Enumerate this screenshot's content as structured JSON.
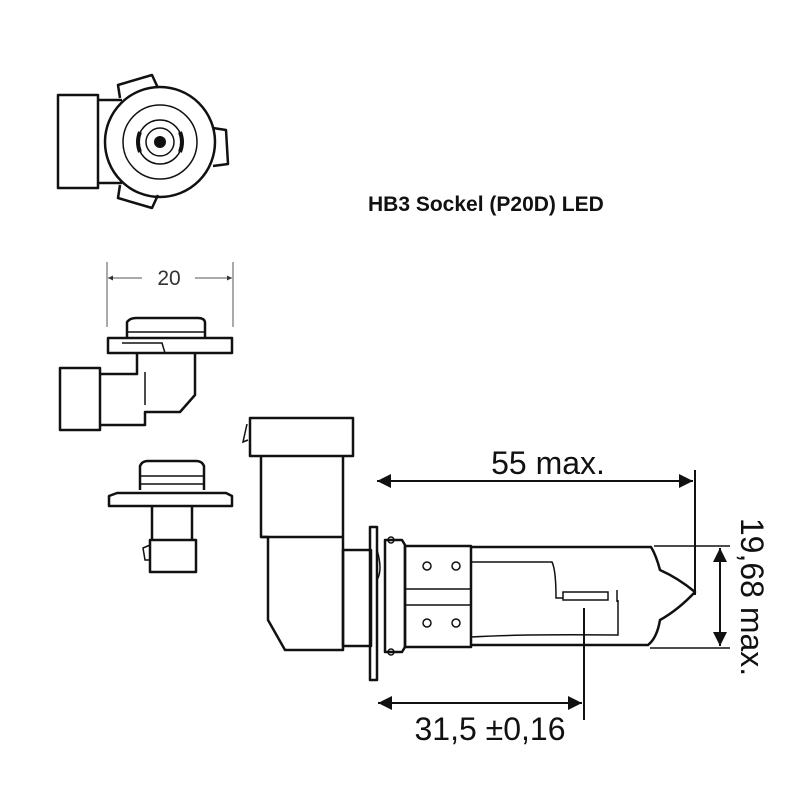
{
  "title": "HB3 Sockel (P20D) LED",
  "dimensions": {
    "width_top": "20",
    "length": "55 max.",
    "diameter": "19,68 max.",
    "light_center": "31,5 ±0,16"
  },
  "colors": {
    "line": "#111111",
    "background": "#ffffff"
  }
}
